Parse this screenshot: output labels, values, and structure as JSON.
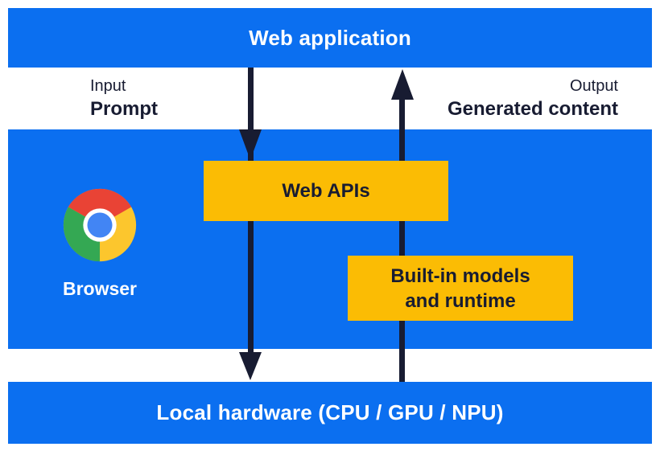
{
  "colors": {
    "blue": "#0B6FF0",
    "yellow": "#FBBC04",
    "dark": "#181C32",
    "white": "#FFFFFF",
    "logo_red": "#E94335",
    "logo_yellow": "#FCC62D",
    "logo_green": "#34A853",
    "logo_blue": "#4285F4"
  },
  "top_bar": {
    "label": "Web application"
  },
  "flow_labels": {
    "input_title": "Input",
    "input_value": "Prompt",
    "output_title": "Output",
    "output_value": "Generated content"
  },
  "browser_panel": {
    "label": "Browser",
    "web_apis_box": "Web APIs",
    "models_box_line1": "Built-in models",
    "models_box_line2": "and runtime"
  },
  "bottom_bar": {
    "label": "Local hardware (CPU / GPU / NPU)"
  },
  "icons": {
    "browser_logo": "chrome-logo-icon"
  },
  "arrows": [
    {
      "name": "input-flow",
      "direction": "down",
      "from": "Web application",
      "to": "Local hardware (CPU / GPU / NPU)"
    },
    {
      "name": "output-flow",
      "direction": "up",
      "from": "Local hardware (CPU / GPU / NPU)",
      "to": "Web application"
    }
  ]
}
